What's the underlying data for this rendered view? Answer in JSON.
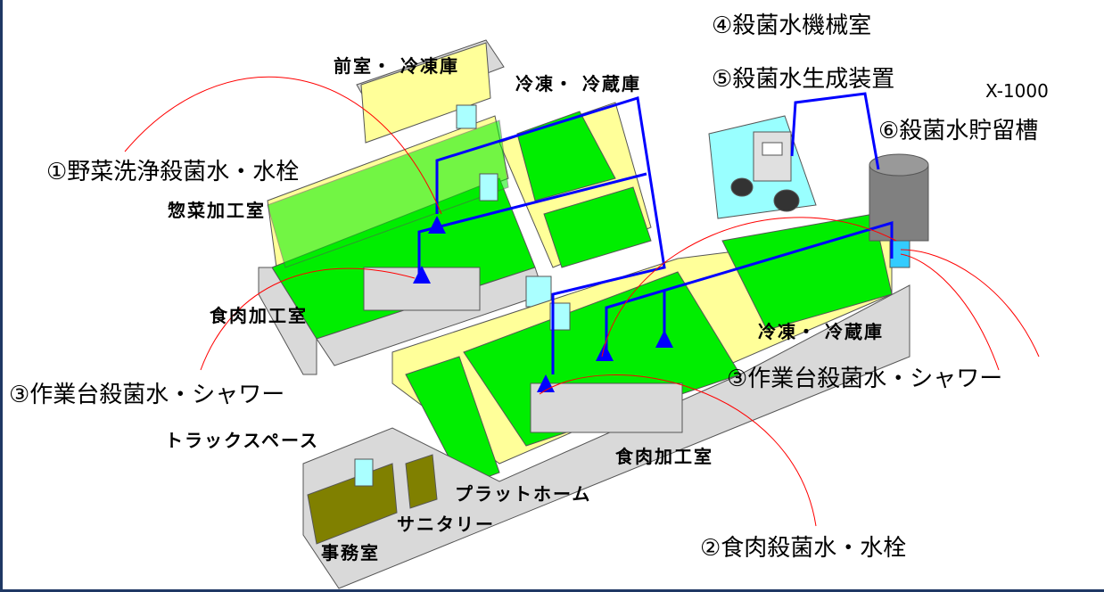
{
  "labels": {
    "antechamber": "前室・ 冷凍庫",
    "freezer_fridge_top": "冷凍・ 冷蔵庫",
    "machine_room": "④殺菌水機械室",
    "generator": "⑤殺菌水生成装置",
    "model": "X-1000",
    "tank": "⑥殺菌水貯留槽",
    "vegetable_tap": "①野菜洗浄殺菌水・水栓",
    "deli_room": "惣菜加工室",
    "meat_room_left": "食肉加工室",
    "freezer_fridge_right": "冷凍・ 冷蔵庫",
    "table_shower_right": "③作業台殺菌水・シャワー",
    "table_shower_left": "③作業台殺菌水・シャワー",
    "truck_space": "トラックスペース",
    "meat_room_center": "食肉加工室",
    "platform": "プラットホーム",
    "sanitary": "サニタリー",
    "office": "事務室",
    "meat_tap": "②食肉殺菌水・水栓"
  },
  "colors": {
    "floor": "#00ee00",
    "wall_inner": "#ffff99",
    "wall_grey": "#d9d9d9",
    "pipe": "#0000ff",
    "leader": "#ff0000",
    "machine_room": "#99ffff",
    "office_floor": "#808000",
    "frame": "#1f3864"
  }
}
